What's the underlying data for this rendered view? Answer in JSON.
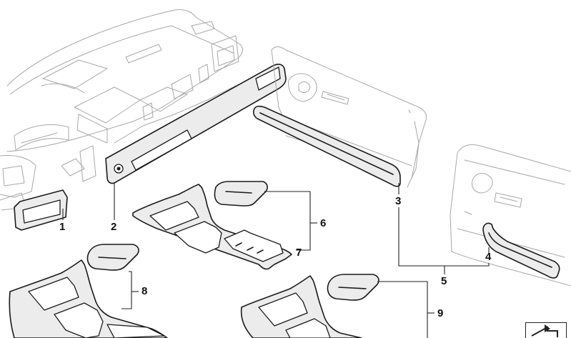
{
  "colors": {
    "outline": "#1a1a1a",
    "light_outline": "#a8a8a8",
    "trim_fill": "#ececec",
    "leader": "#222222"
  },
  "callouts": {
    "c1": "1",
    "c2": "2",
    "c3": "3",
    "c4": "4",
    "c5": "5",
    "c6": "6",
    "c7": "7",
    "c8": "8",
    "c9": "9"
  },
  "icons": {
    "nav": "arrow-flip-icon"
  }
}
